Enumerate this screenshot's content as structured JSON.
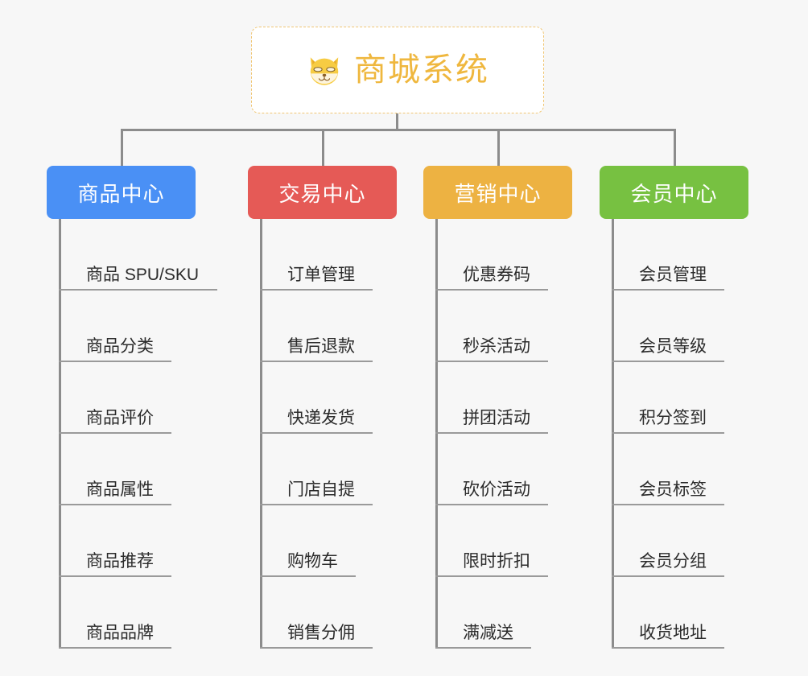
{
  "page": {
    "background_color": "#f7f7f7",
    "connector_color": "#8c8c8c",
    "leaf_underline_color": "#9a9a9a",
    "leaf_text_color": "#2b2b2b"
  },
  "root": {
    "title": "商城系统",
    "icon": "shiba-dog-icon",
    "text_color": "#efb73e",
    "border_color": "#f0c674",
    "background_color": "#ffffff"
  },
  "columns": [
    {
      "id": "product-center",
      "label": "商品中心",
      "color": "#4a90f5",
      "items": [
        "商品 SPU/SKU",
        "商品分类",
        "商品评价",
        "商品属性",
        "商品推荐",
        "商品品牌"
      ]
    },
    {
      "id": "trade-center",
      "label": "交易中心",
      "color": "#e55a56",
      "items": [
        "订单管理",
        "售后退款",
        "快递发货",
        "门店自提",
        "购物车",
        "销售分佣"
      ]
    },
    {
      "id": "marketing-center",
      "label": "营销中心",
      "color": "#edb242",
      "items": [
        "优惠券码",
        "秒杀活动",
        "拼团活动",
        "砍价活动",
        "限时折扣",
        "满减送"
      ]
    },
    {
      "id": "member-center",
      "label": "会员中心",
      "color": "#77c141",
      "items": [
        "会员管理",
        "会员等级",
        "积分签到",
        "会员标签",
        "会员分组",
        "收货地址"
      ]
    }
  ]
}
